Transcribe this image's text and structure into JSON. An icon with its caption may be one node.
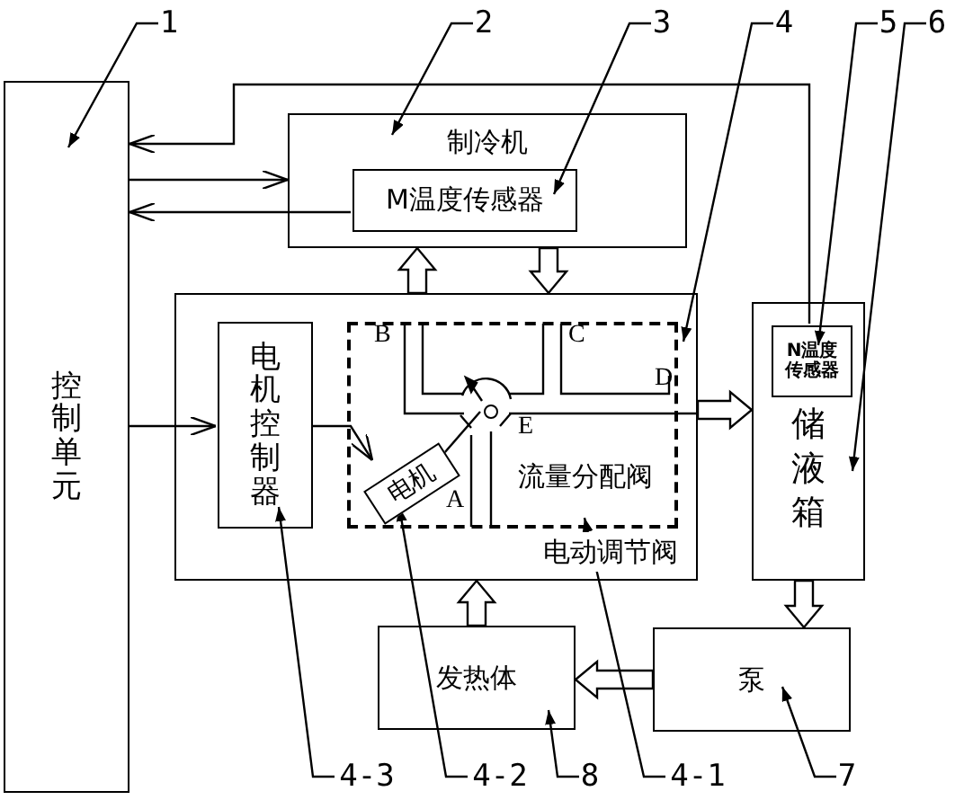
{
  "diagram": {
    "nodes": [
      {
        "text": [
          "控制单元"
        ]
      },
      {
        "text": [
          "制冷机"
        ]
      },
      {
        "text": [
          "M温度传感器"
        ],
        "in": 1
      },
      {
        "text": [
          "电动调节阀"
        ]
      },
      {
        "text": [
          "电机控制器"
        ],
        "in": 3
      },
      {
        "text": [
          "流量分配阀"
        ],
        "in": 3
      },
      {
        "text": [
          "电机"
        ],
        "in": 5
      },
      {
        "text": [
          "储液箱"
        ]
      },
      {
        "text": [
          "N温度传感器"
        ],
        "in": 7
      },
      {
        "text": [
          "发热体"
        ]
      },
      {
        "text": [
          "泵"
        ]
      },
      {
        "text": [
          "1"
        ]
      },
      {
        "text": [
          "2"
        ]
      },
      {
        "text": [
          "3"
        ]
      },
      {
        "text": [
          "4"
        ]
      },
      {
        "text": [
          "5"
        ]
      },
      {
        "text": [
          "6"
        ]
      },
      {
        "text": [
          "4-3"
        ]
      },
      {
        "text": [
          "4-2"
        ]
      },
      {
        "text": [
          "8"
        ]
      },
      {
        "text": [
          "4-1"
        ]
      },
      {
        "text": [
          "7"
        ]
      },
      {
        "text": [],
        "shape": "circle",
        "in": 5
      }
    ],
    "edges": [
      {
        "from": 8,
        "to": 0,
        "arrow": "to"
      },
      {
        "from": 0,
        "to": 1,
        "arrow": "to"
      },
      {
        "from": 2,
        "to": 0,
        "arrow": "to"
      },
      {
        "from": 0,
        "to": 4,
        "arrow": "to"
      },
      {
        "from": 4,
        "to": 6,
        "arrow": "to"
      },
      {
        "from": 3,
        "to": 1,
        "arrow": "to",
        "style": "thick"
      },
      {
        "from": 1,
        "to": 3,
        "arrow": "to",
        "style": "thick"
      },
      {
        "from": 3,
        "to": 7,
        "arrow": "to",
        "style": "thick"
      },
      {
        "from": 7,
        "to": 10,
        "arrow": "to",
        "style": "thick"
      },
      {
        "from": 10,
        "to": 9,
        "arrow": "to",
        "style": "thick"
      },
      {
        "from": 9,
        "to": 3,
        "arrow": "to",
        "style": "thick"
      },
      {
        "from": 11,
        "to": 0,
        "arrow": "to"
      },
      {
        "from": 12,
        "to": 1,
        "arrow": "to"
      },
      {
        "from": 13,
        "to": 2,
        "arrow": "to"
      },
      {
        "from": 14,
        "to": 3,
        "arrow": "to"
      },
      {
        "from": 15,
        "to": 8,
        "arrow": "to"
      },
      {
        "from": 16,
        "to": 7,
        "arrow": "to"
      },
      {
        "from": 17,
        "to": 4,
        "arrow": "to"
      },
      {
        "from": 18,
        "to": 6,
        "arrow": "to"
      },
      {
        "from": 19,
        "to": 9,
        "arrow": "to"
      },
      {
        "from": 20,
        "to": 5,
        "arrow": "to"
      },
      {
        "from": 21,
        "to": 10,
        "arrow": "to"
      },
      {
        "from": 6,
        "to": 22,
        "arrow": "none"
      }
    ],
    "labels": [
      "B",
      "C",
      "D",
      "E",
      "A"
    ]
  }
}
